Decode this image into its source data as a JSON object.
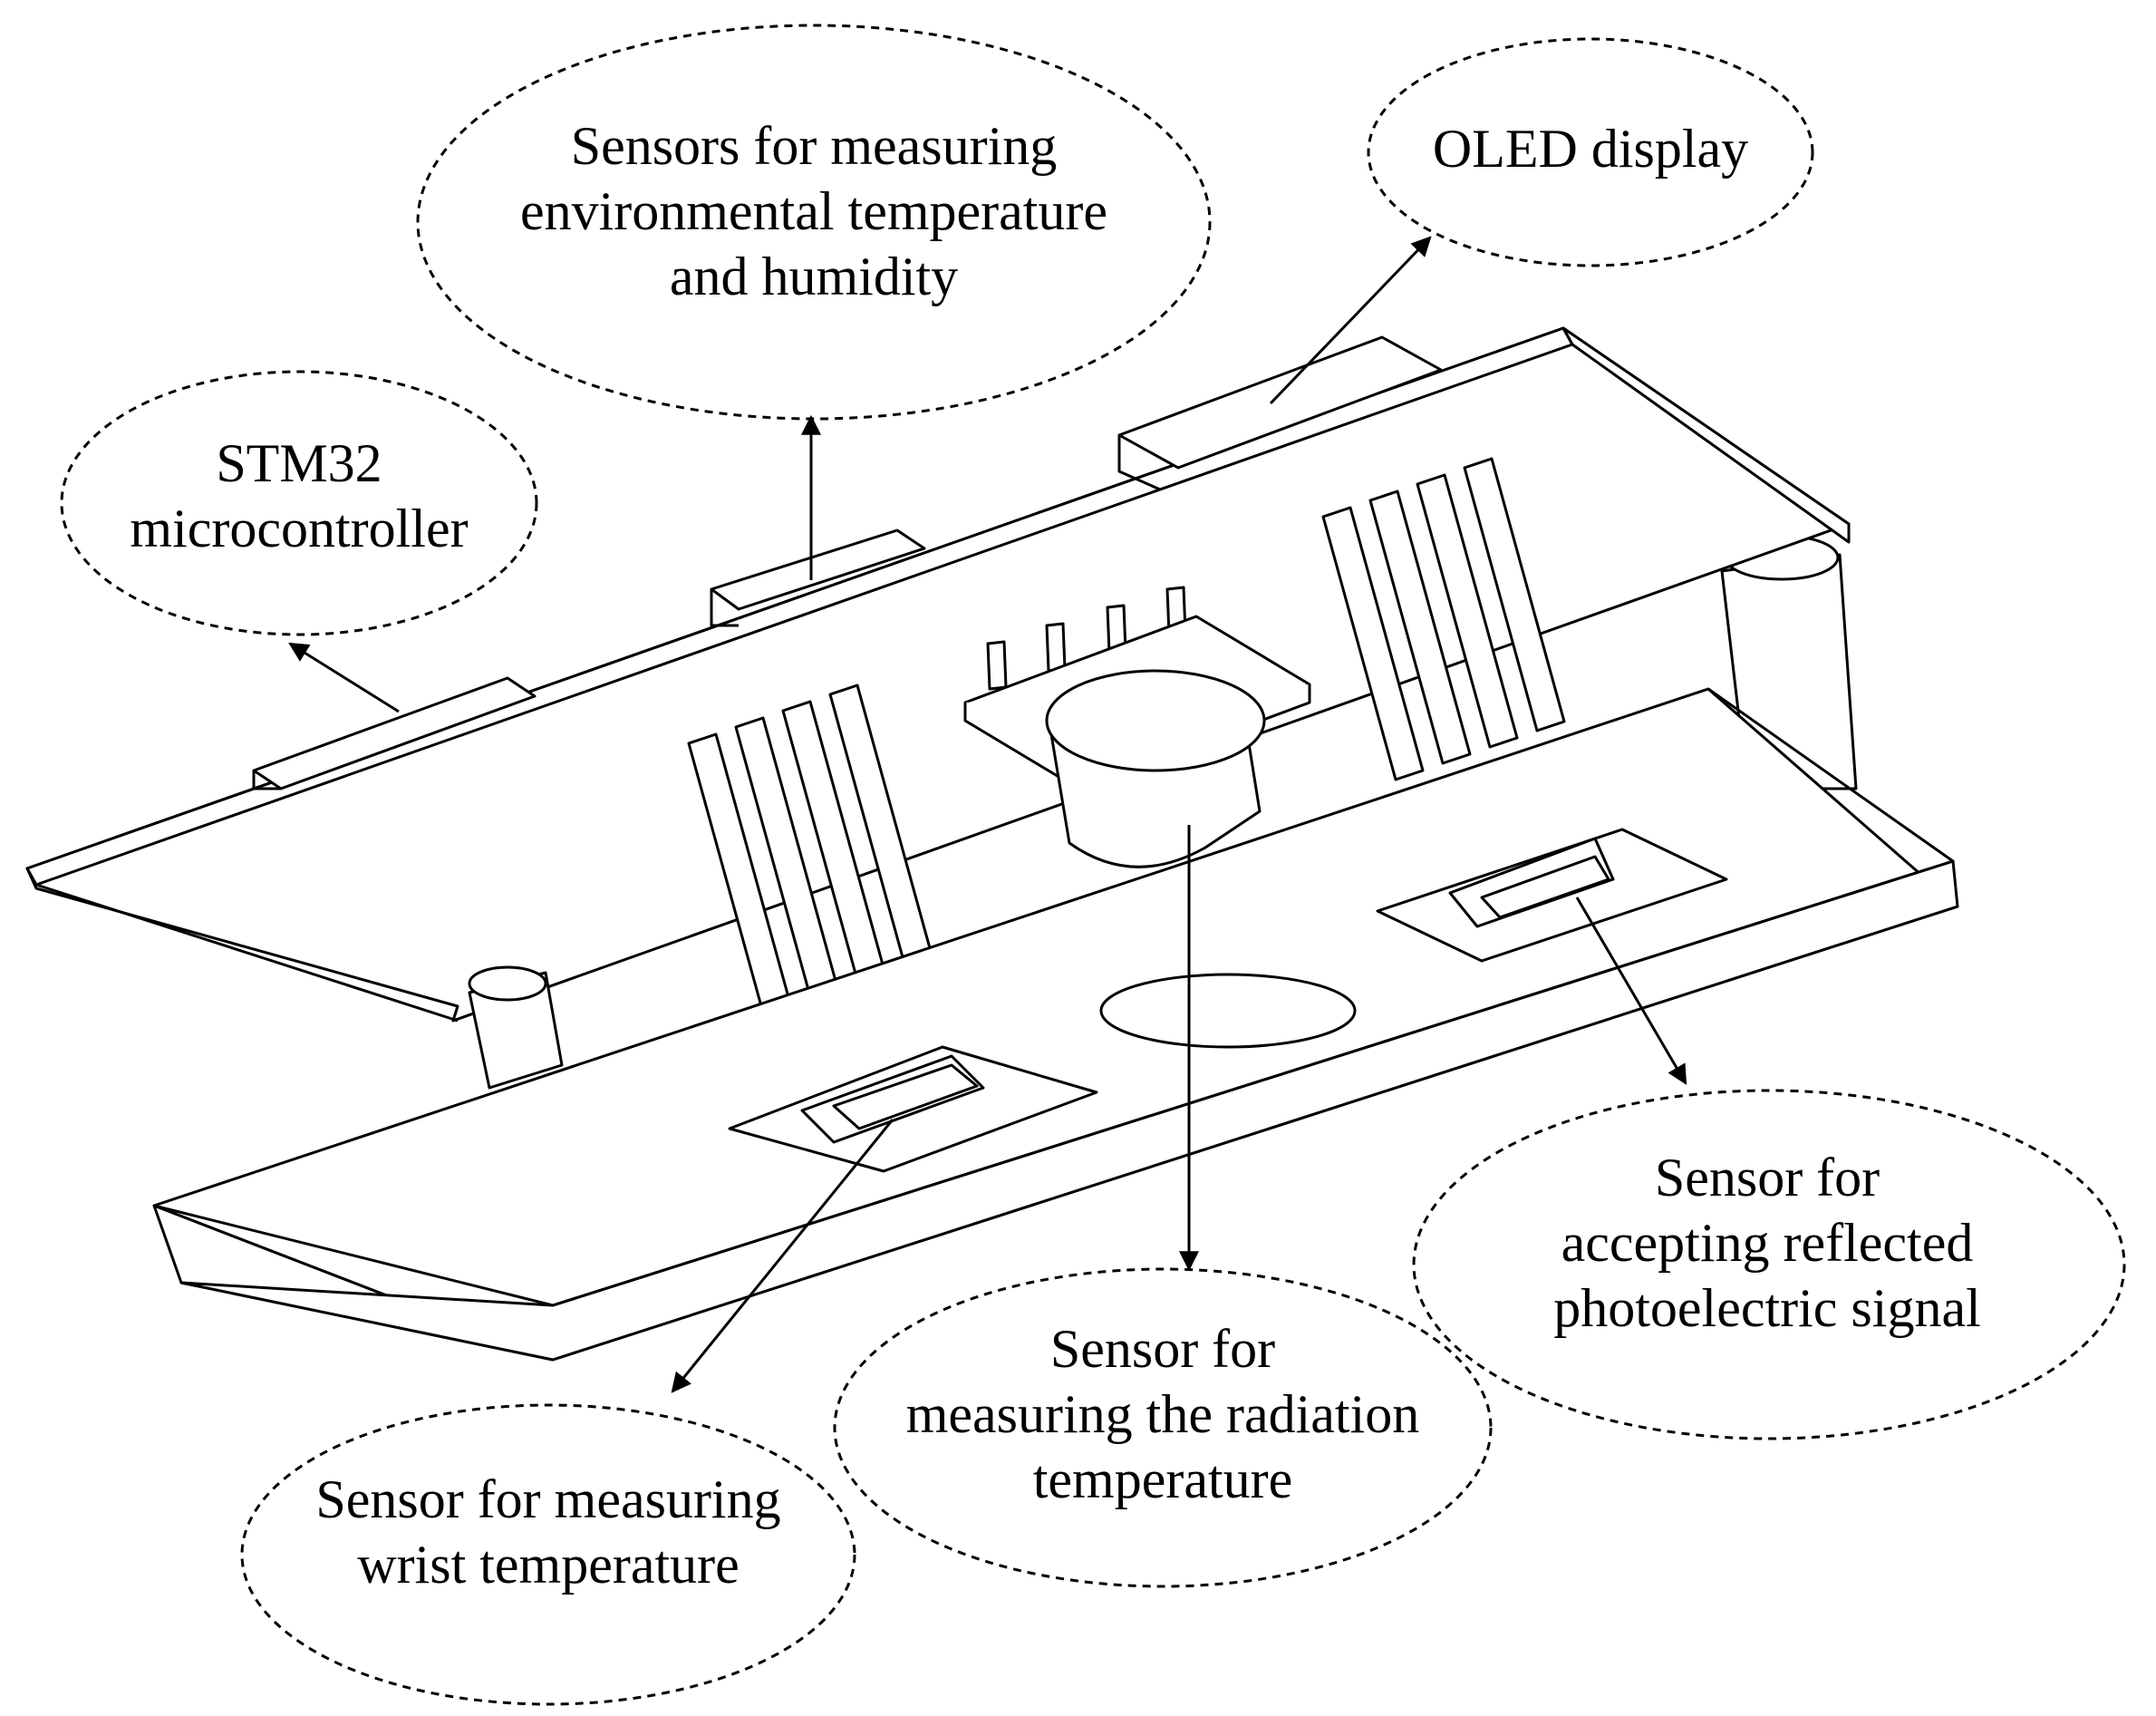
{
  "labels": {
    "stm32": [
      "STM32",
      "microcontroller"
    ],
    "env_sensor": [
      "Sensors for measuring",
      "environmental temperature",
      "and humidity"
    ],
    "oled": [
      "OLED display"
    ],
    "wrist": [
      "Sensor for measuring",
      "wrist temperature"
    ],
    "radiation": [
      "Sensor for",
      "measuring the radiation",
      "temperature"
    ],
    "photo": [
      "Sensor for",
      "accepting reflected",
      "photoelectric signal"
    ]
  },
  "colors": {
    "line": "#000000",
    "background": "#ffffff"
  }
}
